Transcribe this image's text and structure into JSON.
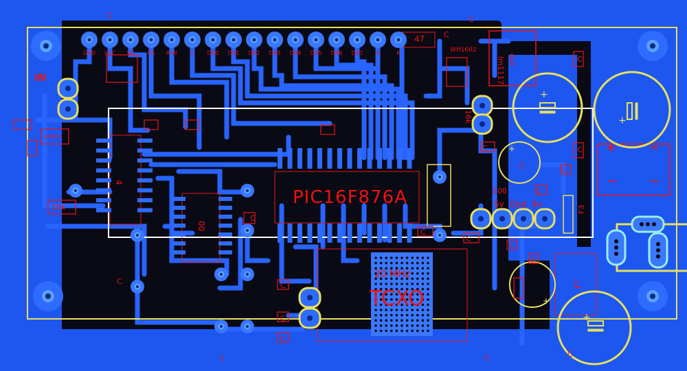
{
  "board": {
    "background": "#0a0a12",
    "copper": "#1e5bff",
    "copper_dark": "#1742c8",
    "silk_yellow": "#e8e060",
    "silk_red": "#e81818",
    "silk_white": "#ffffff",
    "pad_fill": "#5aa0ff",
    "drill": "#0a2a80"
  },
  "header_pins": [
    "GND",
    "VCC",
    "V0",
    "RS",
    "R/W",
    "E",
    "DB0",
    "DB1",
    "DB2",
    "DB3",
    "DB4",
    "DB5",
    "DB6",
    "DB7",
    "A",
    "K"
  ],
  "labels": {
    "main_ic": "PIC16F876A",
    "oscillator_freq": "20 MHz",
    "oscillator": "TCXO",
    "input": "IN",
    "regulator": "lm1117",
    "regulator_out": "out",
    "lcd_module": "WH1602",
    "resistor_47": "47",
    "resistor_10k": "10k",
    "resistor_100": "100",
    "resistor_16k": "16k",
    "regulator_small": "LV018",
    "fuse": "F3",
    "supply_pins": "5v Gnd 9v",
    "inductor": "L",
    "ic_u4": "4",
    "ic_u00": "00",
    "cap_c": "C",
    "plus": "+",
    "minus": "−",
    "tilde": "~"
  }
}
